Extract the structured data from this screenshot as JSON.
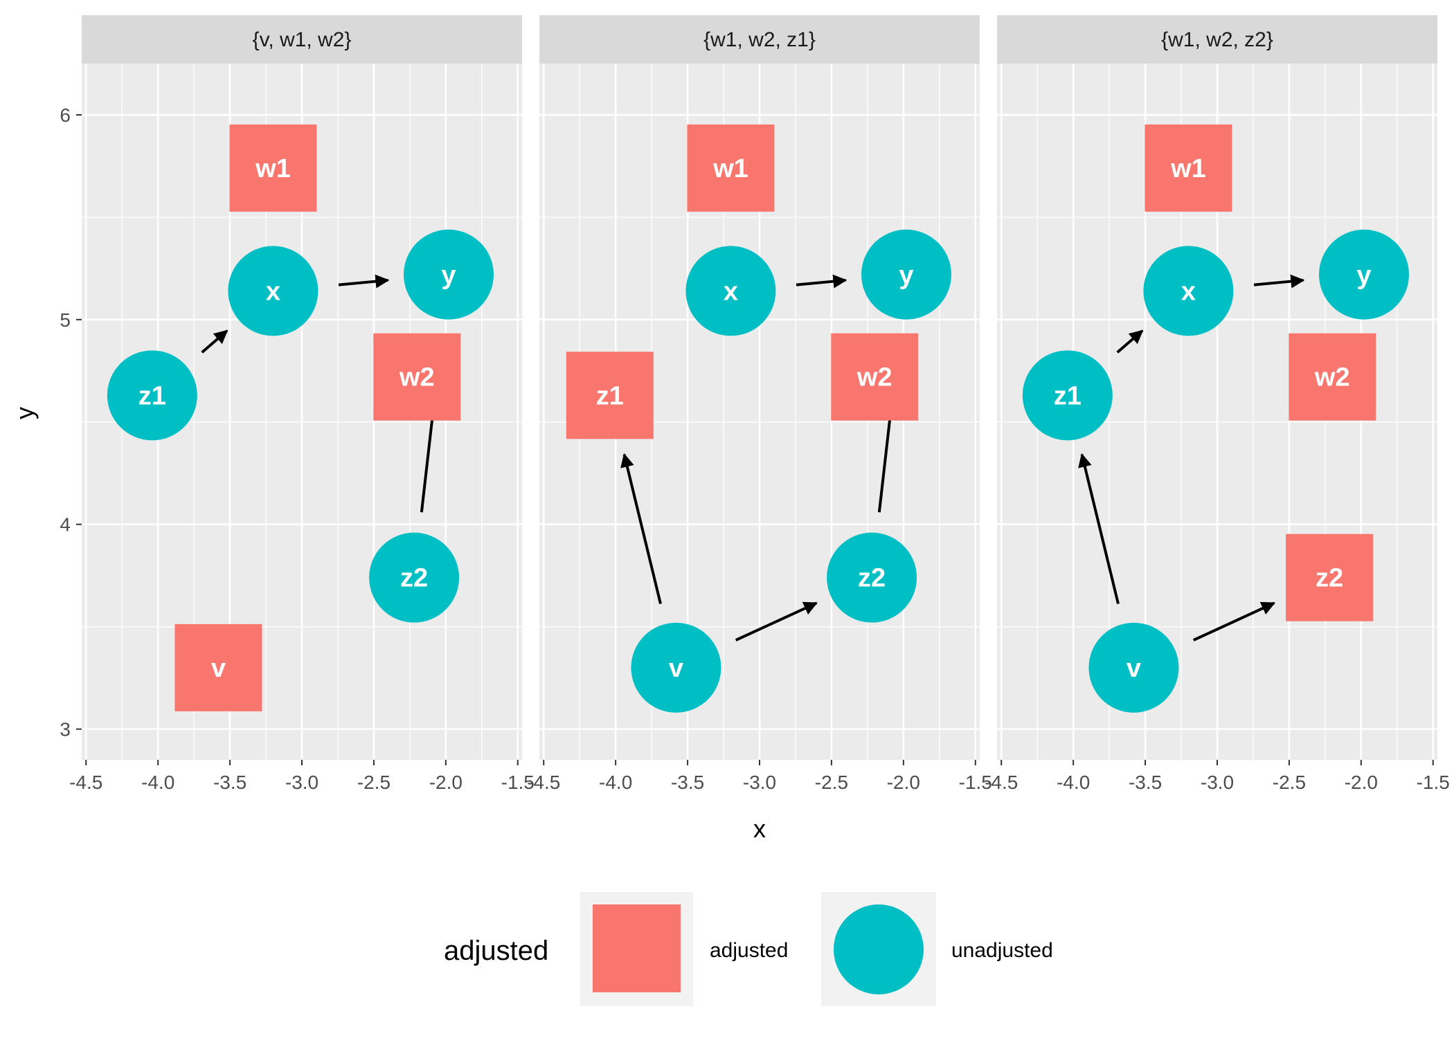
{
  "chart_data": {
    "type": "scatter",
    "subtype": "faceted-dag",
    "xlabel": "x",
    "ylabel": "y",
    "xlim": [
      -4.53,
      -1.47
    ],
    "ylim": [
      2.85,
      6.25
    ],
    "x_ticks": [
      -4.5,
      -4.0,
      -3.5,
      -3.0,
      -2.5,
      -2.0,
      -1.5
    ],
    "x_tick_labels": [
      "-4.5",
      "-4.0",
      "-3.5",
      "-3.0",
      "-2.5",
      "-2.0",
      "-1.5"
    ],
    "y_ticks": [
      3,
      4,
      5,
      6
    ],
    "y_tick_labels": [
      "3",
      "4",
      "5",
      "6"
    ],
    "grid": true,
    "legend": {
      "title": "adjusted",
      "position": "bottom",
      "entries": [
        {
          "label": "adjusted",
          "shape": "square",
          "color": "#F8766D"
        },
        {
          "label": "unadjusted",
          "shape": "circle",
          "color": "#00BFC4"
        }
      ]
    },
    "colors": {
      "adjusted": "#F8766D",
      "unadjusted": "#00BFC4",
      "panel": "#EBEBEB",
      "strip": "#D9D9D9",
      "grid": "#FFFFFF"
    },
    "facets": [
      {
        "label": "{v, w1, w2}",
        "nodes": [
          {
            "name": "w1",
            "x": -3.2,
            "y": 5.74,
            "status": "adjusted"
          },
          {
            "name": "x",
            "x": -3.2,
            "y": 5.14,
            "status": "unadjusted"
          },
          {
            "name": "y",
            "x": -1.98,
            "y": 5.22,
            "status": "unadjusted"
          },
          {
            "name": "z1",
            "x": -4.04,
            "y": 4.63,
            "status": "unadjusted"
          },
          {
            "name": "w2",
            "x": -2.2,
            "y": 4.72,
            "status": "adjusted"
          },
          {
            "name": "z2",
            "x": -2.22,
            "y": 3.74,
            "status": "unadjusted"
          },
          {
            "name": "v",
            "x": -3.58,
            "y": 3.3,
            "status": "adjusted"
          }
        ],
        "edges": [
          [
            "x",
            "y"
          ],
          [
            "z1",
            "x"
          ],
          [
            "z2",
            "y"
          ]
        ]
      },
      {
        "label": "{w1, w2, z1}",
        "nodes": [
          {
            "name": "w1",
            "x": -3.2,
            "y": 5.74,
            "status": "adjusted"
          },
          {
            "name": "x",
            "x": -3.2,
            "y": 5.14,
            "status": "unadjusted"
          },
          {
            "name": "y",
            "x": -1.98,
            "y": 5.22,
            "status": "unadjusted"
          },
          {
            "name": "z1",
            "x": -4.04,
            "y": 4.63,
            "status": "adjusted"
          },
          {
            "name": "w2",
            "x": -2.2,
            "y": 4.72,
            "status": "adjusted"
          },
          {
            "name": "z2",
            "x": -2.22,
            "y": 3.74,
            "status": "unadjusted"
          },
          {
            "name": "v",
            "x": -3.58,
            "y": 3.3,
            "status": "unadjusted"
          }
        ],
        "edges": [
          [
            "x",
            "y"
          ],
          [
            "v",
            "z1"
          ],
          [
            "v",
            "z2"
          ],
          [
            "z2",
            "y"
          ]
        ]
      },
      {
        "label": "{w1, w2, z2}",
        "nodes": [
          {
            "name": "w1",
            "x": -3.2,
            "y": 5.74,
            "status": "adjusted"
          },
          {
            "name": "x",
            "x": -3.2,
            "y": 5.14,
            "status": "unadjusted"
          },
          {
            "name": "y",
            "x": -1.98,
            "y": 5.22,
            "status": "unadjusted"
          },
          {
            "name": "z1",
            "x": -4.04,
            "y": 4.63,
            "status": "unadjusted"
          },
          {
            "name": "w2",
            "x": -2.2,
            "y": 4.72,
            "status": "adjusted"
          },
          {
            "name": "z2",
            "x": -2.22,
            "y": 3.74,
            "status": "adjusted"
          },
          {
            "name": "v",
            "x": -3.58,
            "y": 3.3,
            "status": "unadjusted"
          }
        ],
        "edges": [
          [
            "x",
            "y"
          ],
          [
            "z1",
            "x"
          ],
          [
            "v",
            "z1"
          ],
          [
            "v",
            "z2"
          ]
        ]
      }
    ]
  }
}
